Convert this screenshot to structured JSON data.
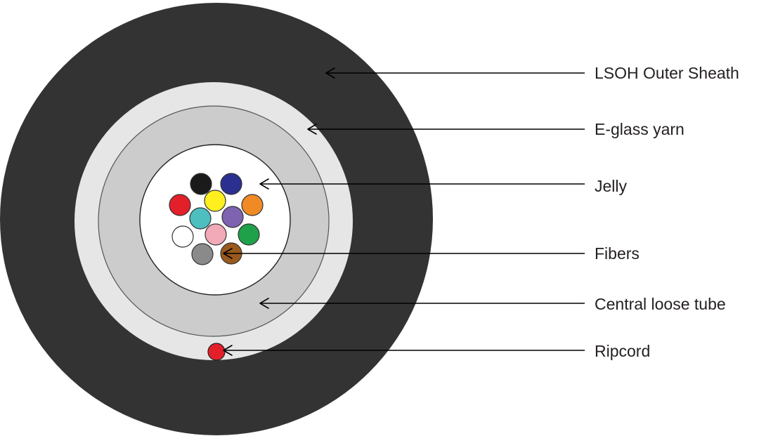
{
  "callouts": [
    {
      "id": "sheath",
      "label": "LSOH Outer Sheath"
    },
    {
      "id": "yarn",
      "label": "E-glass yarn"
    },
    {
      "id": "jelly",
      "label": "Jelly"
    },
    {
      "id": "fibers",
      "label": "Fibers"
    },
    {
      "id": "tube",
      "label": "Central loose tube"
    },
    {
      "id": "ripcord",
      "label": "Ripcord"
    }
  ],
  "colors": {
    "outer_sheath": "#333333",
    "yarn_ring": "#e6e6e6",
    "loose_tube": "#cccccc",
    "jelly": "#ffffff",
    "ripcord": "#e3202a",
    "line": "#000000"
  },
  "fibers": [
    {
      "color_name": "black",
      "color": "#1a1a1a"
    },
    {
      "color_name": "blue",
      "color": "#2b2f8f"
    },
    {
      "color_name": "red",
      "color": "#e3202a"
    },
    {
      "color_name": "yellow",
      "color": "#ffef1f"
    },
    {
      "color_name": "orange",
      "color": "#f08a24"
    },
    {
      "color_name": "aqua",
      "color": "#4dbfbf"
    },
    {
      "color_name": "violet",
      "color": "#7d63b0"
    },
    {
      "color_name": "white",
      "color": "#ffffff"
    },
    {
      "color_name": "rose",
      "color": "#f2aab8"
    },
    {
      "color_name": "green",
      "color": "#1fa14a"
    },
    {
      "color_name": "slate",
      "color": "#8a8a8a"
    },
    {
      "color_name": "brown",
      "color": "#9a5a1e"
    }
  ]
}
